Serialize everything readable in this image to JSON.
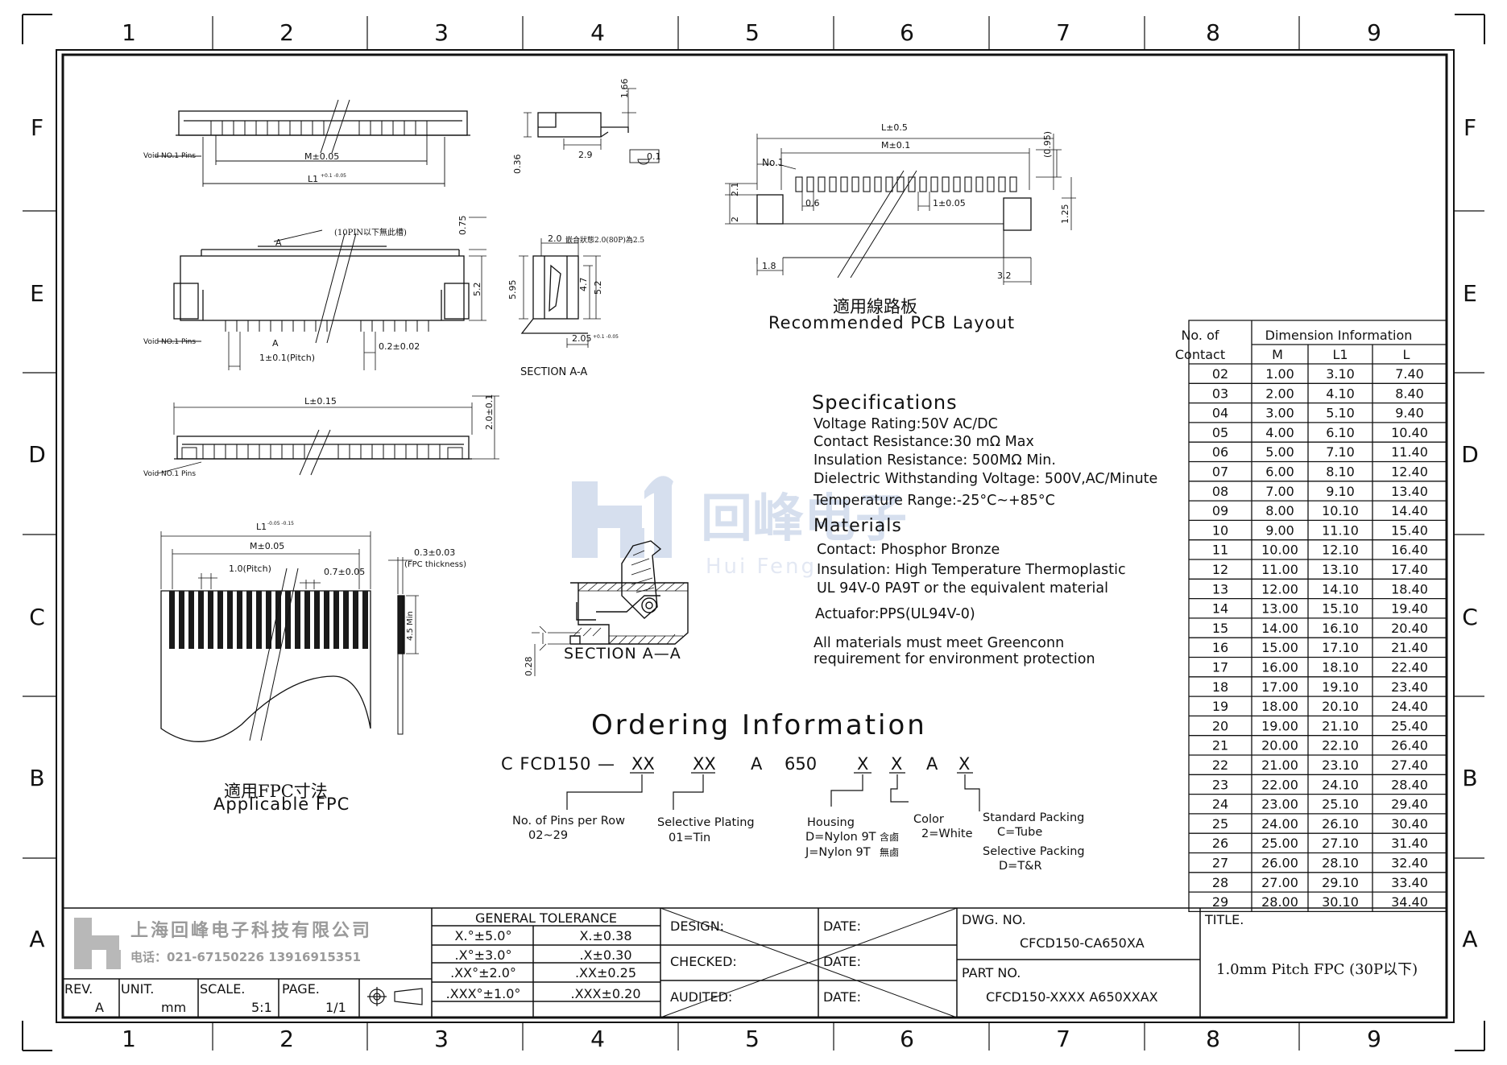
{
  "border": {
    "columns": [
      "1",
      "2",
      "3",
      "4",
      "5",
      "6",
      "7",
      "8",
      "9"
    ],
    "rows": [
      "F",
      "E",
      "D",
      "C",
      "B",
      "A"
    ]
  },
  "views": {
    "void_pin": "Void NO.1 Pins",
    "top": {
      "m": "M±0.05",
      "l1": "L1",
      "l1_tol": "+0.1 -0.05"
    },
    "side_top": {
      "d166": "1.66",
      "d036": "0.36",
      "d29": "2.9",
      "flat": "0.1"
    },
    "front": {
      "note": "(10PIN以下無此槽)",
      "a": "A",
      "d075": "0.75",
      "d52": "5.2",
      "pitch": "1±0.1(Pitch)",
      "d02": "0.2±0.02"
    },
    "section": {
      "d20": "2.0",
      "note": "嵌合狀態2.0(80P)為2.5",
      "d595": "5.95",
      "d47": "4.7",
      "d52": "5.2",
      "d205": "2.05",
      "d205_tol": "+0.1 -0.05",
      "label": "SECTION A-A"
    },
    "bottom": {
      "l": "L±0.15",
      "d20": "2.0±0.1"
    },
    "section_large": {
      "label": "SECTION A—A",
      "d028": "0.28"
    }
  },
  "pcb": {
    "l": "L±0.5",
    "m": "M±0.1",
    "no1": "No.1",
    "d095": "(0.95)",
    "d21": "2.1",
    "d2": "2",
    "d06": "0.6",
    "pitch": "1±0.05",
    "d125": "1.25",
    "d18": "1.8",
    "d32": "3.2",
    "title_cn": "適用線路板",
    "title_en": "Recommended PCB Layout"
  },
  "fpc": {
    "l1": "L1",
    "l1_tol": "-0.05 -0.15",
    "m": "M±0.05",
    "pitch": "1.0(Pitch)",
    "w": "0.7±0.05",
    "t": "0.3±0.03",
    "t_note": "(FPC thickness)",
    "min": "4.5 Min",
    "title_cn": "適用FPC寸法",
    "title_en": "Applicable FPC"
  },
  "specs": {
    "heading": "Specifications",
    "lines": [
      "Voltage Rating:50V AC/DC",
      "Contact Resistance:30 mΩ Max",
      "Insulation Resistance: 500MΩ Min.",
      "Dielectric Withstanding Voltage: 500V,AC/Minute",
      "Temperature Range:-25°C~+85°C"
    ],
    "materials_heading": "Materials",
    "materials": [
      "Contact: Phosphor Bronze",
      "Insulation: High Temperature Thermoplastic",
      "UL 94V-0 PA9T    or the equivalent material",
      "Actuafor:PPS(UL94V-0)"
    ],
    "note": [
      "All materials must meet Greenconn",
      "requirement for environment protection"
    ]
  },
  "watermark": {
    "cn": "回峰电子",
    "en": "Hui Feng"
  },
  "ordering": {
    "heading": "Ordering Information",
    "code": [
      "C FCD150 —",
      "XX",
      "XX",
      "A",
      "650",
      "X",
      "X",
      "A",
      "X"
    ],
    "pins_label": "No. of Pins per Row",
    "pins_value": "02~29",
    "plating_label": "Selective Plating",
    "plating_value": "01=Tin",
    "housing_label": "Housing",
    "housing_d": "D=Nylon 9T",
    "housing_d_cn": "含鹵",
    "housing_j": "J=Nylon 9T",
    "housing_j_cn": "無鹵",
    "color_label": "Color",
    "color_value": "2=White",
    "packing_std": "Standard Packing",
    "packing_std_value": "C=Tube",
    "packing_sel": "Selective Packing",
    "packing_sel_value": "D=T&R"
  },
  "table": {
    "col1a": "No. of",
    "col1b": "Contact",
    "group": "Dimension Information",
    "cols": [
      "M",
      "L1",
      "L"
    ],
    "rows": [
      [
        "02",
        "1.00",
        "3.10",
        "7.40"
      ],
      [
        "03",
        "2.00",
        "4.10",
        "8.40"
      ],
      [
        "04",
        "3.00",
        "5.10",
        "9.40"
      ],
      [
        "05",
        "4.00",
        "6.10",
        "10.40"
      ],
      [
        "06",
        "5.00",
        "7.10",
        "11.40"
      ],
      [
        "07",
        "6.00",
        "8.10",
        "12.40"
      ],
      [
        "08",
        "7.00",
        "9.10",
        "13.40"
      ],
      [
        "09",
        "8.00",
        "10.10",
        "14.40"
      ],
      [
        "10",
        "9.00",
        "11.10",
        "15.40"
      ],
      [
        "11",
        "10.00",
        "12.10",
        "16.40"
      ],
      [
        "12",
        "11.00",
        "13.10",
        "17.40"
      ],
      [
        "13",
        "12.00",
        "14.10",
        "18.40"
      ],
      [
        "14",
        "13.00",
        "15.10",
        "19.40"
      ],
      [
        "15",
        "14.00",
        "16.10",
        "20.40"
      ],
      [
        "16",
        "15.00",
        "17.10",
        "21.40"
      ],
      [
        "17",
        "16.00",
        "18.10",
        "22.40"
      ],
      [
        "18",
        "17.00",
        "19.10",
        "23.40"
      ],
      [
        "19",
        "18.00",
        "20.10",
        "24.40"
      ],
      [
        "20",
        "19.00",
        "21.10",
        "25.40"
      ],
      [
        "21",
        "20.00",
        "22.10",
        "26.40"
      ],
      [
        "22",
        "21.00",
        "23.10",
        "27.40"
      ],
      [
        "23",
        "22.00",
        "24.10",
        "28.40"
      ],
      [
        "24",
        "23.00",
        "25.10",
        "29.40"
      ],
      [
        "25",
        "24.00",
        "26.10",
        "30.40"
      ],
      [
        "26",
        "25.00",
        "27.10",
        "31.40"
      ],
      [
        "27",
        "26.00",
        "28.10",
        "32.40"
      ],
      [
        "28",
        "27.00",
        "29.10",
        "33.40"
      ],
      [
        "29",
        "28.00",
        "30.10",
        "34.40"
      ]
    ]
  },
  "title_block": {
    "company": "上海回峰电子科技有限公司",
    "phone": "电话：021-67150226  13916915351",
    "rev_label": "REV.",
    "rev": "A",
    "unit_label": "UNIT.",
    "unit": "mm",
    "scale_label": "SCALE.",
    "scale": "5:1",
    "page_label": "PAGE.",
    "page": "1/1",
    "tolerance_heading": "GENERAL TOLERANCE",
    "tolerances": [
      [
        "X.°±5.0°",
        "X.±0.38"
      ],
      [
        ".X°±3.0°",
        ".X±0.30"
      ],
      [
        ".XX°±2.0°",
        ".XX±0.25"
      ],
      [
        ".XXX°±1.0°",
        ".XXX±0.20"
      ]
    ],
    "design": "DESIGN:",
    "checked": "CHECKED:",
    "audited": "AUDITED:",
    "date": "DATE:",
    "dwg_label": "DWG. NO.",
    "dwg": "CFCD150-CA650XA",
    "part_label": "PART NO.",
    "part": "CFCD150-XXXX A650XXAX",
    "title_label": "TITLE.",
    "title": "1.0mm Pitch FPC (30P以下)"
  }
}
